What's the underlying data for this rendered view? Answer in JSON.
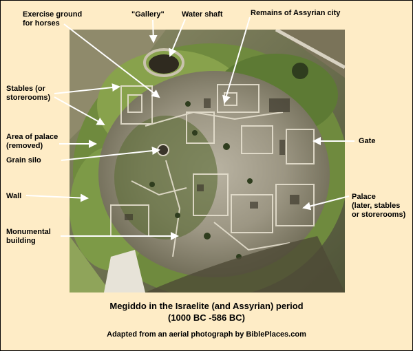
{
  "labels": {
    "exercise_ground": "Exercise ground\nfor horses",
    "gallery": "\"Gallery\"",
    "water_shaft": "Water shaft",
    "remains_assyrian_city": "Remains of Assyrian city",
    "stables": "Stables (or\nstorerooms)",
    "area_of_palace": "Area of palace\n(removed)",
    "grain_silo": "Grain silo",
    "gate": "Gate",
    "wall": "Wall",
    "palace": "Palace\n(later, stables\nor storerooms)",
    "monumental_building": "Monumental\nbuilding"
  },
  "caption": {
    "title_line1": "Megiddo in the Israelite (and Assyrian) period",
    "title_line2": "(1000 BC -586 BC)",
    "credit": "Adapted from an aerial photograph by BiblePlaces.com"
  },
  "colors": {
    "background": "#feecc6",
    "arrow": "#ffffff",
    "text": "#000000"
  }
}
